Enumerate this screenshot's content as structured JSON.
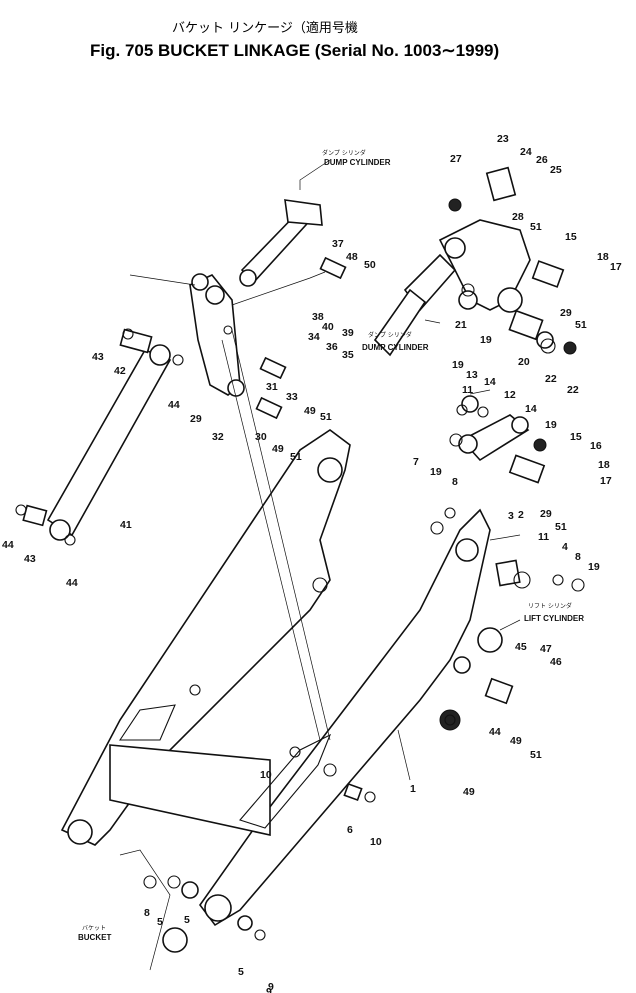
{
  "title": {
    "japanese": "バケット リンケージ（適用号機",
    "english": "Fig. 705 BUCKET LINKAGE (Serial No. 1003∼1999)"
  },
  "annotations": {
    "dump_cylinder_jp": "ダンプ シリンダ",
    "dump_cylinder": "DUMP CYLINDER",
    "lift_cylinder_jp": "リフト シリンダ",
    "lift_cylinder": "LIFT CYLINDER",
    "bucket_jp": "バケット",
    "bucket": "BUCKET"
  },
  "callouts": [
    "1",
    "2",
    "3",
    "4",
    "5",
    "5",
    "5",
    "6",
    "7",
    "8",
    "8",
    "8",
    "9",
    "9",
    "10",
    "10",
    "11",
    "11",
    "12",
    "13",
    "14",
    "14",
    "15",
    "15",
    "16",
    "17",
    "17",
    "18",
    "18",
    "19",
    "19",
    "19",
    "19",
    "19",
    "20",
    "21",
    "22",
    "22",
    "23",
    "24",
    "25",
    "26",
    "27",
    "28",
    "29",
    "29",
    "29",
    "30",
    "31",
    "32",
    "33",
    "34",
    "35",
    "36",
    "37",
    "38",
    "39",
    "40",
    "41",
    "42",
    "43",
    "43",
    "44",
    "44",
    "44",
    "44",
    "45",
    "46",
    "47",
    "48",
    "49",
    "49",
    "49",
    "49",
    "50",
    "51",
    "51",
    "51",
    "51",
    "51",
    "51"
  ]
}
